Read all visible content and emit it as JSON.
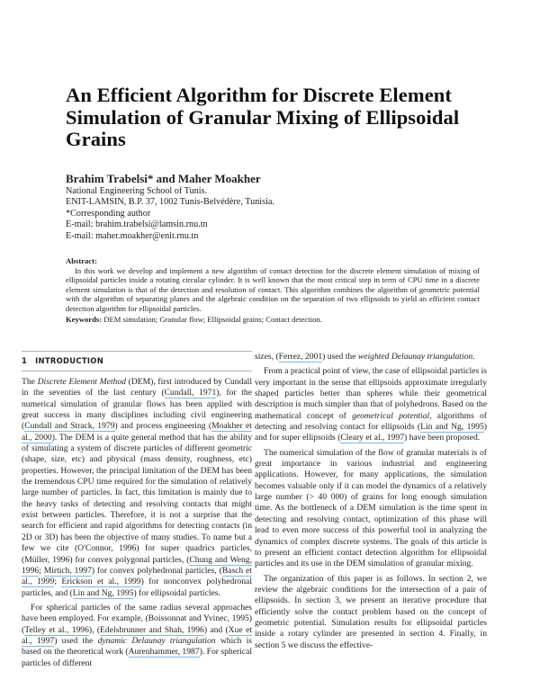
{
  "paper": {
    "title": "An Efficient Algorithm for Discrete Element Simulation of Granular Mixing of Ellipsoidal Grains",
    "authors": "Brahim Trabelsi* and Maher Moakher",
    "affiliation_lines": [
      "National Engineering School of Tunis.",
      "ENIT-LAMSIN, B.P. 37, 1002 Tunis-Belvédère, Tunisia.",
      "*Corresponding author",
      "E-mail: brahim.trabelsi@lamsin.rnu.tn",
      "E-mail: maher.moakher@enit.rnu.tn"
    ],
    "abstract_label": "Abstract:",
    "abstract_text": "In this work we develop and implement a new algorithm of contact detection for the discrete element simulation of mixing of ellipsoidal particles inside a rotating circular cylinder. It is well known that the most critical step in term of CPU time in a discrete element simulation is that of the detection and resolution of contact. This algorithm combines the algorithm of geometric potential with the algorithm of separating planes and the algebraic condition on the separation of two ellipsoids to yield an efficient contact detection algorithm for ellipsoidal particles.",
    "keywords_label": "Keywords:",
    "keywords_text": "DEM simulation; Granular flow; Ellipsoidal grains; Contact detection.",
    "section": {
      "number": "1",
      "title": "INTRODUCTION"
    },
    "colors": {
      "citation_underline": "#7fb6e6",
      "text": "#222222",
      "rule": "#b0b0b0"
    }
  },
  "intro": {
    "p1": [
      "The ",
      {
        "i": "Discrete Element Method"
      },
      " (DEM), first introduced by Cundall in the seventies of the last century (",
      {
        "c": "Cundall, 1971"
      },
      "), for the numerical simulation of granular flows has been applied with great success in many disciplines including civil engineering (",
      {
        "c": "Cundall and Strack, 1979"
      },
      ") and process engineering (",
      {
        "c": "Moakher et al., 2000"
      },
      "). The DEM is a quite general method that has the ability of simulating a system of discrete particles of different geometric (shape, size, etc) and physical (mass density, roughness, etc) properties. However, the principal limitation of the DEM has been the tremendous CPU time required for the simulation of relatively large number of particles. In fact, this limitation is mainly due to the heavy tasks of detecting and resolving contacts that might exist between particles. Therefore, it is not a surprise that the search for efficient and rapid algorithms for detecting contacts (in 2D or 3D) has been the objective of many studies. To name but a few we cite (O'Connor, 1996) for super quadrics particles, (Müller, 1996) for convex polygonal particles, (",
      {
        "c": "Chung and Weng, 1996"
      },
      "; ",
      {
        "c": "Mirtich, 1997"
      },
      ") for convex polyhedronal particles, (",
      {
        "c": "Basch et al., 1999"
      },
      "; ",
      {
        "c": "Erickson et al., 1999"
      },
      ") for nonconvex polyhedronal particles, and (",
      {
        "c": "Lin and Ng, 1995"
      },
      ") for ellipsoidal particles."
    ],
    "p2": [
      "For spherical particles of the same radius several approaches have been employed. For example, (Boissonnat and Yvinec, 1995) (",
      {
        "c": "Telley et al., 1996"
      },
      "), (",
      {
        "c": "Edelsbrunner and Shah, 1996"
      },
      ") and (",
      {
        "c": "Xue et al., 1997"
      },
      ") used the ",
      {
        "i": "dynamic Delaunay triangulation"
      },
      " which is based on the theoretical work (",
      {
        "c": "Aurenhammer, 1987"
      },
      "). For spherical particles of different sizes, (",
      {
        "c": "Ferrez, 2001"
      },
      ") used the ",
      {
        "i": "weighted Delaunay triangulation"
      },
      "."
    ],
    "p3": [
      "From a practical point of view, the case of ellipsoidal particles is very important in the sense that ellipsoids approximate irregularly shaped particles better than spheres while their geometrical description is much simpler than that of polyhedrons. Based on the mathematical concept of ",
      {
        "i": "geometrical potential"
      },
      ", algorithms of detecting and resolving contact for ellipsoids (",
      {
        "c": "Lin and Ng, 1995"
      },
      ") and for super ellipsoids (",
      {
        "c": "Cleary et al., 1997"
      },
      ") have been proposed."
    ],
    "p4": [
      "The numerical simulation of the flow of granular materials is of great importance in various industrial and engineering applications. However, for many applications, the simulation becomes valuable only if it can model the dynamics of a relatively large number (> 40 000) of grains for long enough simulation time. As the bottleneck of a DEM simulation is the time spent in detecting and resolving contact, optimization of this phase will lead to even more success of this powerful tool in analyzing the dynamics of complex discrete systems. The goals of this article is to present an efficient contact detection algorithm for ellipsoidal particles and its use in the DEM simulation of granular mixing."
    ],
    "p5": [
      "The organization of this paper is as follows. In section 2, we review the algebraic conditions for the intersection of a pair of ellipsoids. In section 3, we present an iterative procedure that efficiently solve the contact problem based on the concept of geometric potential. Simulation results for ellipsoidal particles inside a rotary cylinder are presented in section 4. Finally, in section 5 we discuss the effective-"
    ]
  }
}
